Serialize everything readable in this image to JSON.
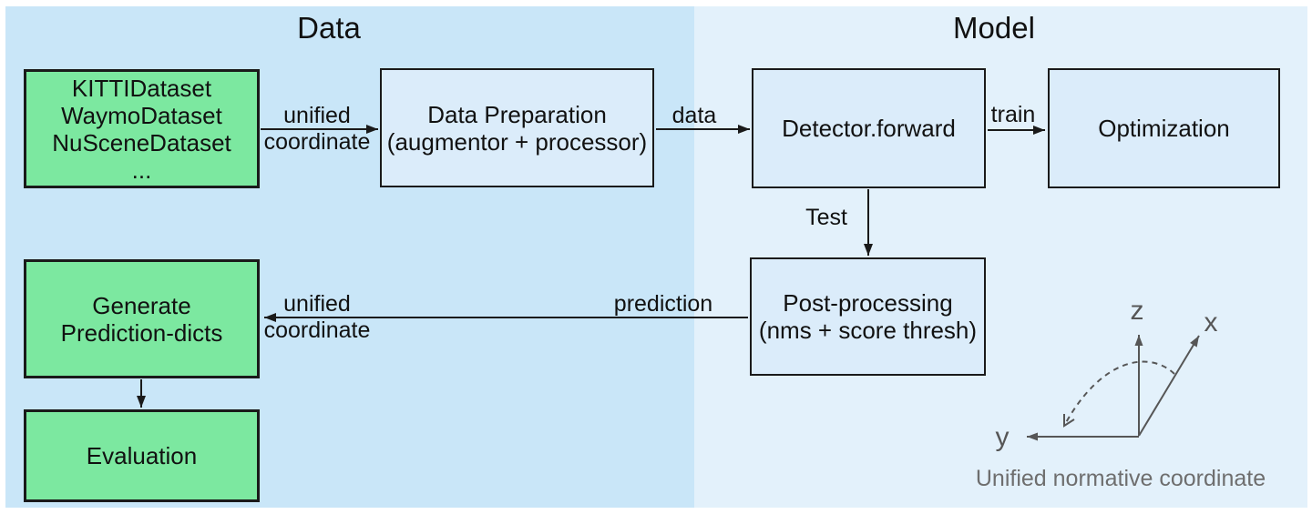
{
  "diagram": {
    "sections": {
      "data": {
        "title": "Data"
      },
      "model": {
        "title": "Model"
      }
    },
    "nodes": {
      "datasets": {
        "lines": [
          "KITTIDataset",
          "WaymoDataset",
          "NuSceneDataset",
          "..."
        ]
      },
      "data_preparation": {
        "lines": [
          "Data Preparation",
          "(augmentor + processor)"
        ]
      },
      "detector_forward": {
        "lines": [
          "Detector.forward"
        ]
      },
      "optimization": {
        "lines": [
          "Optimization"
        ]
      },
      "post_processing": {
        "lines": [
          "Post-processing",
          "(nms + score thresh)"
        ]
      },
      "generate_prediction_dicts": {
        "lines": [
          "Generate",
          "Prediction-dicts"
        ]
      },
      "evaluation": {
        "lines": [
          "Evaluation"
        ]
      }
    },
    "edges": {
      "unified_top": {
        "lines": [
          "unified",
          "coordinate"
        ]
      },
      "data": {
        "label": "data"
      },
      "train": {
        "label": "train"
      },
      "test": {
        "label": "Test"
      },
      "prediction": {
        "label": "prediction"
      },
      "unified_bottom": {
        "lines": [
          "unified",
          "coordinate"
        ]
      }
    },
    "axes": {
      "z": "z",
      "x": "x",
      "y": "y",
      "caption": "Unified normative coordinate"
    },
    "colors": {
      "data_panel_bg": "#c9e6f8",
      "model_panel_bg": "#e3f1fb",
      "green_node_fill": "#7ce8a0",
      "blue_node_fill": "#dbecfa",
      "node_border": "#1a1a1a",
      "arrow_stroke": "#1a1a1a",
      "axes_gray": "#565656",
      "caption_gray": "#6e6e6e"
    }
  }
}
